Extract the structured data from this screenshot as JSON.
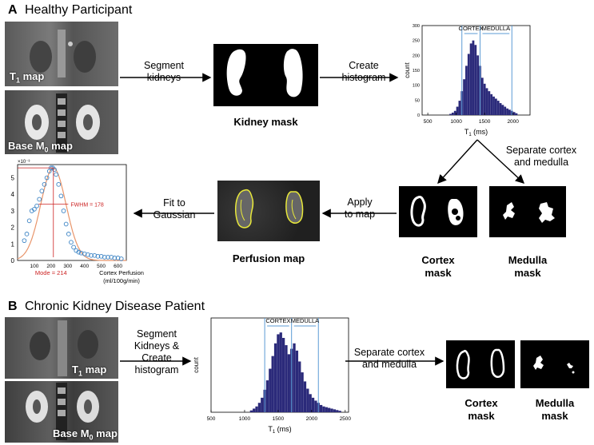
{
  "panel_a": {
    "letter": "A",
    "title": "Healthy Participant",
    "t1_map_label": "T",
    "t1_map_label_sub": "1",
    "t1_map_label_tail": " map",
    "m0_map_label": "Base M",
    "m0_map_label_sub": "0",
    "m0_map_label_tail": " map",
    "step_segment": [
      "Segment",
      "kidneys"
    ],
    "kidney_mask_caption": "Kidney mask",
    "step_histogram": [
      "Create",
      "histogram"
    ],
    "step_separate": [
      "Separate cortex",
      "and medulla"
    ],
    "step_apply": [
      "Apply",
      "to map"
    ],
    "step_fit": [
      "Fit to",
      "Gaussian"
    ],
    "perfusion_caption": "Perfusion map",
    "cortex_mask_caption": [
      "Cortex",
      "mask"
    ],
    "medulla_mask_caption": [
      "Medulla",
      "mask"
    ]
  },
  "panel_b": {
    "letter": "B",
    "title": "Chronic Kidney Disease Patient",
    "t1_map_label": "T",
    "t1_map_label_sub": "1",
    "t1_map_label_tail": " map",
    "m0_map_label": "Base M",
    "m0_map_label_sub": "0",
    "m0_map_label_tail": " map",
    "step_segment": [
      "Segment",
      "Kidneys &",
      "Create",
      "histogram"
    ],
    "step_separate": [
      "Separate cortex",
      "and medulla"
    ],
    "cortex_mask_caption": [
      "Cortex",
      "mask"
    ],
    "medulla_mask_caption": [
      "Medulla",
      "mask"
    ]
  },
  "colors": {
    "bar": "#2b2a7a",
    "guide": "#5b9bd5",
    "fit_curve": "#e8956b",
    "points": "#3b83c4",
    "annot": "#cc2222",
    "roi": "#e8e83a"
  },
  "chart_data": [
    {
      "type": "bar",
      "chart": "histogram-a",
      "title": "",
      "xlabel": "T1 (ms)",
      "ylabel": "count",
      "xlim": [
        400,
        2300
      ],
      "ylim": [
        0,
        300
      ],
      "x_ticks": [
        500,
        1000,
        1500,
        2000
      ],
      "y_ticks": [
        0,
        50,
        100,
        150,
        200,
        250,
        300
      ],
      "region_labels": [
        "CORTEX",
        "MEDULLA"
      ],
      "boundaries": [
        1100,
        1420,
        1980
      ],
      "x": [
        900,
        940,
        980,
        1020,
        1060,
        1100,
        1140,
        1180,
        1220,
        1260,
        1300,
        1340,
        1380,
        1420,
        1460,
        1500,
        1540,
        1580,
        1620,
        1660,
        1700,
        1740,
        1780,
        1820,
        1860,
        1900,
        1940,
        1980,
        2020,
        2060
      ],
      "values": [
        4,
        8,
        14,
        28,
        48,
        80,
        120,
        165,
        205,
        240,
        250,
        235,
        200,
        165,
        125,
        105,
        90,
        80,
        70,
        62,
        55,
        48,
        40,
        34,
        28,
        22,
        18,
        14,
        10,
        6
      ]
    },
    {
      "type": "scatter",
      "chart": "gaussian-fit",
      "xlabel": "Cortex Perfusion (ml/100g/min)",
      "ylabel": "",
      "y_scale_label": "×10⁻³",
      "xlim": [
        0,
        650
      ],
      "ylim": [
        0,
        5.8
      ],
      "x_ticks": [
        100,
        200,
        300,
        400,
        500,
        600
      ],
      "y_ticks": [
        0,
        1,
        2,
        3,
        4,
        5
      ],
      "annotations": [
        "FWHM = 178",
        "Mode = 214"
      ],
      "points_x": [
        40,
        55,
        70,
        85,
        100,
        115,
        130,
        145,
        160,
        175,
        190,
        200,
        210,
        220,
        230,
        245,
        260,
        275,
        290,
        305,
        320,
        335,
        350,
        365,
        380,
        400,
        420,
        440,
        460,
        480,
        500,
        520,
        540,
        560,
        580,
        600,
        620
      ],
      "points_y": [
        1.2,
        1.6,
        2.4,
        3.0,
        3.1,
        3.3,
        3.7,
        4.2,
        4.6,
        5.0,
        5.4,
        5.6,
        5.6,
        5.5,
        5.2,
        4.6,
        3.9,
        3.0,
        2.2,
        1.6,
        1.1,
        0.8,
        0.6,
        0.5,
        0.45,
        0.4,
        0.35,
        0.3,
        0.3,
        0.25,
        0.25,
        0.2,
        0.2,
        0.2,
        0.15,
        0.15,
        0.1
      ],
      "fit_mode": 214,
      "fit_fwhm": 178,
      "fit_peak": 5.6
    },
    {
      "type": "bar",
      "chart": "histogram-b",
      "title": "",
      "xlabel": "T1 (ms)",
      "ylabel": "count",
      "xlim": [
        500,
        2550
      ],
      "ylim": [
        0,
        260
      ],
      "x_ticks": [
        500,
        1000,
        1500,
        2000,
        2500
      ],
      "y_ticks": [],
      "region_labels": [
        "CORTEX",
        "MEDULLA"
      ],
      "boundaries": [
        1300,
        1700,
        2100
      ],
      "x": [
        1100,
        1140,
        1180,
        1220,
        1260,
        1300,
        1340,
        1380,
        1420,
        1460,
        1500,
        1540,
        1580,
        1620,
        1660,
        1700,
        1740,
        1780,
        1820,
        1860,
        1900,
        1940,
        1980,
        2020,
        2060,
        2100,
        2140,
        2180,
        2220,
        2260,
        2300,
        2340,
        2380,
        2420
      ],
      "values": [
        5,
        10,
        16,
        26,
        40,
        62,
        88,
        120,
        155,
        190,
        215,
        220,
        205,
        185,
        160,
        175,
        190,
        170,
        140,
        110,
        85,
        65,
        50,
        40,
        32,
        26,
        20,
        16,
        14,
        12,
        10,
        8,
        6,
        4
      ]
    }
  ]
}
